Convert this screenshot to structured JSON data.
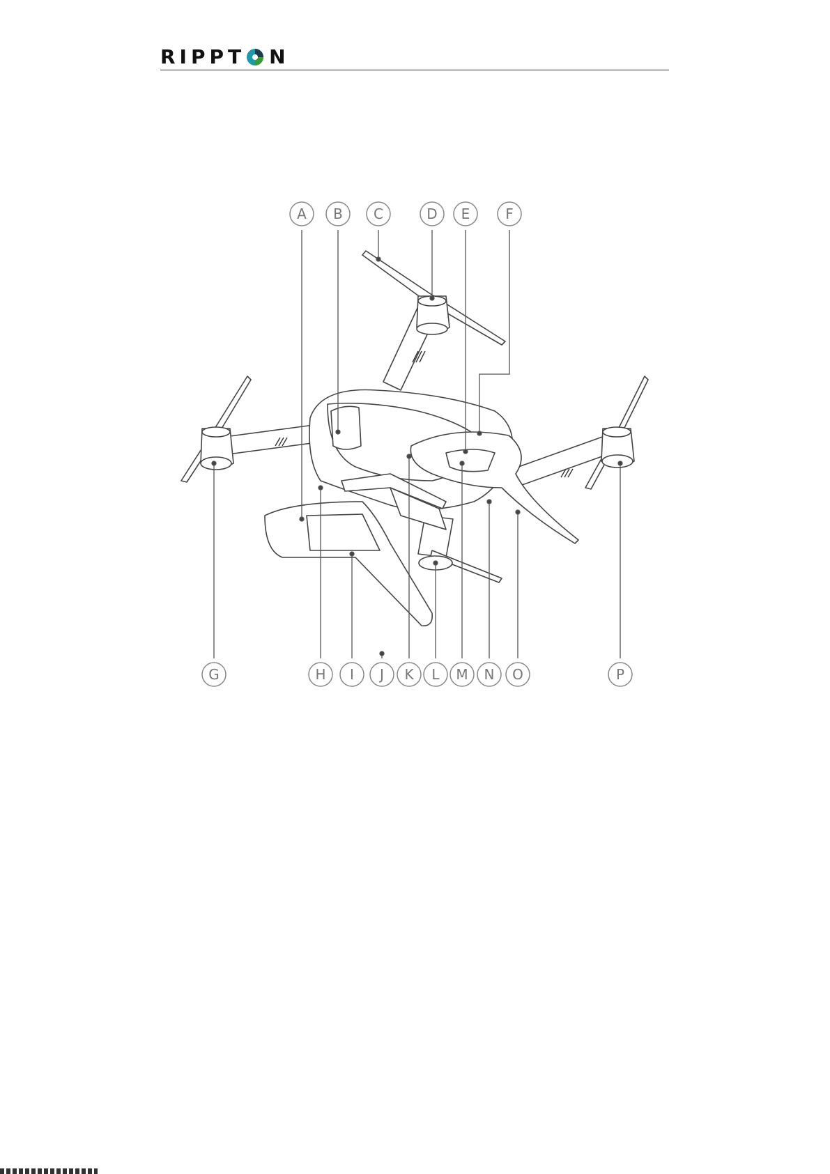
{
  "header": {
    "logo_text_left": "RIPPT",
    "logo_text_right": "N",
    "logo_colors": {
      "teal": "#1c9aa8",
      "green": "#3a9a3a",
      "dark": "#1f3b4d"
    }
  },
  "figure": {
    "callouts_top": [
      "A",
      "B",
      "C",
      "D",
      "E",
      "F"
    ],
    "callouts_bottom": [
      "G",
      "H",
      "I",
      "J",
      "K",
      "L",
      "M",
      "N",
      "O",
      "P"
    ]
  }
}
